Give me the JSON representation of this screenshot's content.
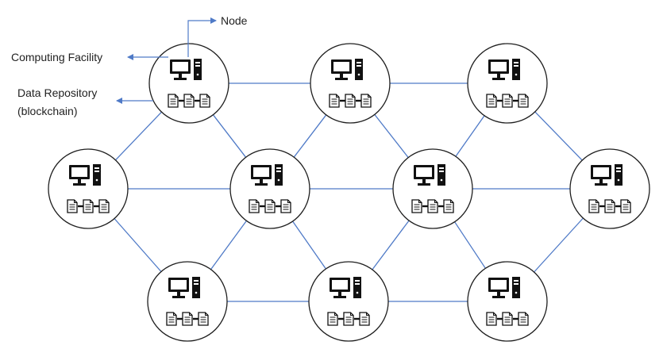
{
  "labels": {
    "node": "Node",
    "computing_facility": "Computing Facility",
    "data_repository_line1": "Data Repository",
    "data_repository_line2": "(blockchain)"
  },
  "nodes": [
    {
      "id": "n1",
      "row": "top",
      "col": 1
    },
    {
      "id": "n2",
      "row": "top",
      "col": 2
    },
    {
      "id": "n3",
      "row": "top",
      "col": 3
    },
    {
      "id": "n4",
      "row": "middle",
      "col": 1
    },
    {
      "id": "n5",
      "row": "middle",
      "col": 2
    },
    {
      "id": "n6",
      "row": "middle",
      "col": 3
    },
    {
      "id": "n7",
      "row": "middle",
      "col": 4
    },
    {
      "id": "n8",
      "row": "bottom",
      "col": 1
    },
    {
      "id": "n9",
      "row": "bottom",
      "col": 2
    },
    {
      "id": "n10",
      "row": "bottom",
      "col": 3
    }
  ],
  "edges": [
    [
      "n1",
      "n2"
    ],
    [
      "n2",
      "n3"
    ],
    [
      "n4",
      "n5"
    ],
    [
      "n5",
      "n6"
    ],
    [
      "n6",
      "n7"
    ],
    [
      "n8",
      "n9"
    ],
    [
      "n9",
      "n10"
    ],
    [
      "n1",
      "n4"
    ],
    [
      "n1",
      "n5"
    ],
    [
      "n2",
      "n5"
    ],
    [
      "n2",
      "n6"
    ],
    [
      "n3",
      "n6"
    ],
    [
      "n3",
      "n7"
    ],
    [
      "n4",
      "n8"
    ],
    [
      "n5",
      "n8"
    ],
    [
      "n5",
      "n9"
    ],
    [
      "n6",
      "n9"
    ],
    [
      "n6",
      "n10"
    ],
    [
      "n7",
      "n10"
    ]
  ],
  "node_icons": {
    "computer": "desktop-computer-icon",
    "blocks": [
      "document-icon",
      "document-icon",
      "document-icon"
    ]
  },
  "colors": {
    "line": "#4f7ac7",
    "node_stroke": "#1f1f1f",
    "icon": "#111111",
    "text": "#222222"
  }
}
